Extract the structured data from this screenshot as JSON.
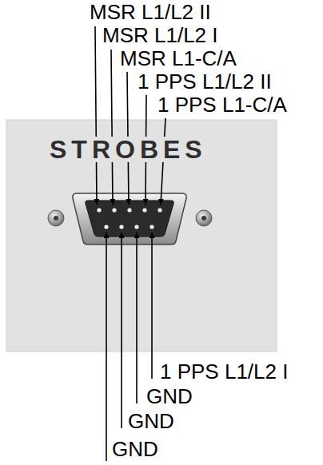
{
  "diagram": {
    "labels": [
      "MSR L1/L2 II",
      "MSR L1/L2 I",
      "MSR L1-C/A",
      "1 PPS L1/L2 II",
      "1 PPS L1-C/A",
      "STROBES",
      "1 PPS L1/L2 I",
      "GND",
      "GND",
      "GND"
    ]
  }
}
